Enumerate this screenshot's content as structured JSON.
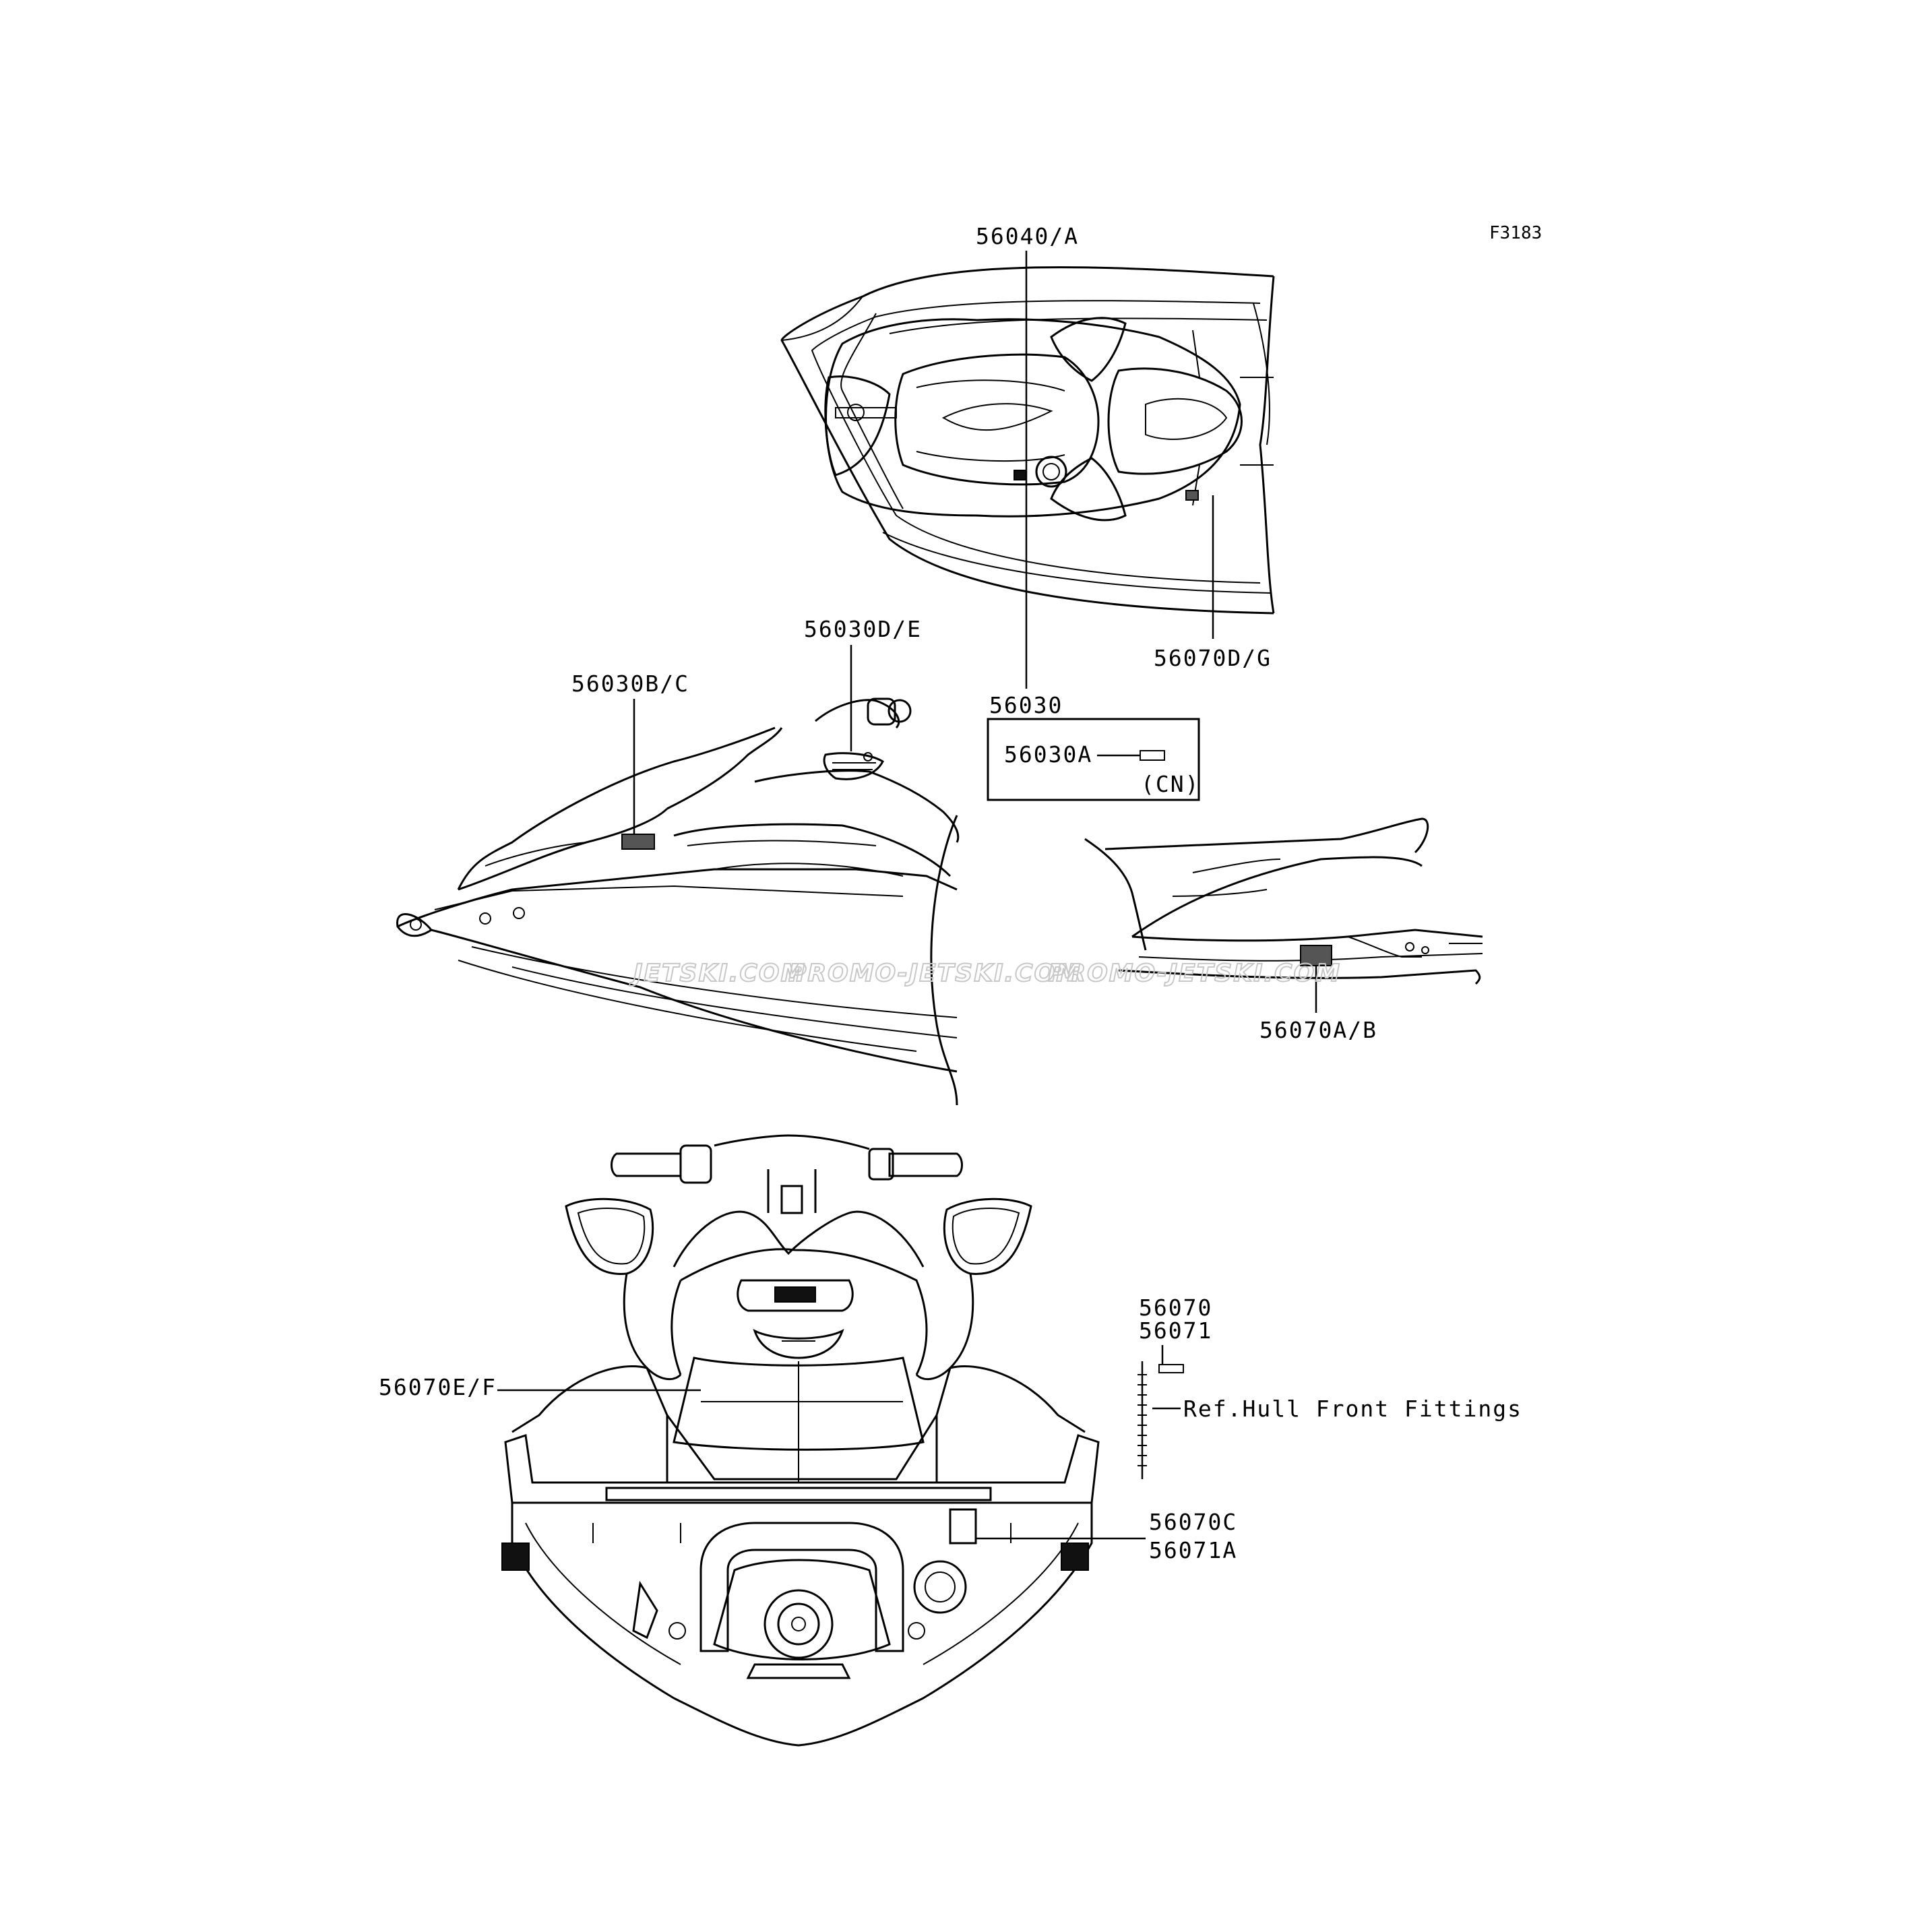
{
  "figure_id": "F3183",
  "callouts": {
    "c56040A": "56040/A",
    "c56070DG": "56070D/G",
    "c56030": "56030",
    "c56030A": "56030A",
    "cCN": "(CN)",
    "c56030DE": "56030D/E",
    "c56030BC": "56030B/C",
    "c56070AB": "56070A/B",
    "c56070": "56070",
    "c56071": "56071",
    "cRefHull": "Ref.Hull Front Fittings",
    "c56070EF": "56070E/F",
    "c56070C": "56070C",
    "c56071A": "56071A"
  },
  "watermarks": {
    "w1": "JETSKI.COM",
    "w2": "PROMO-JETSKI.COM",
    "w3": "PROMO-JETSKI.COM"
  }
}
